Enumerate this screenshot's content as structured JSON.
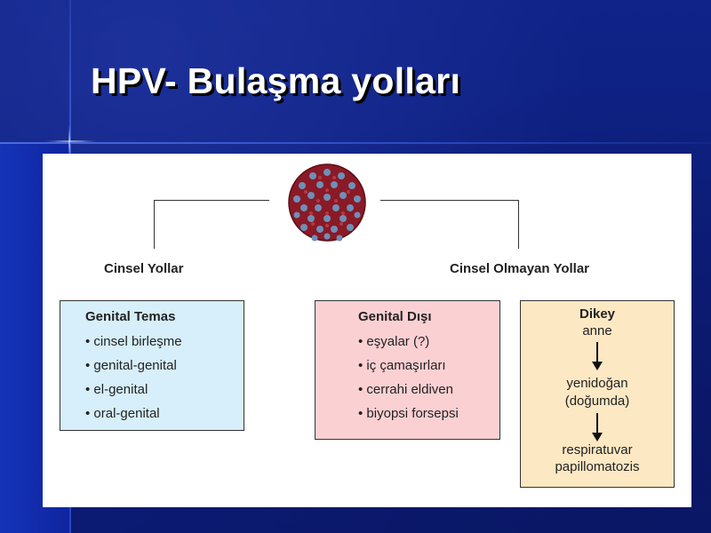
{
  "slide": {
    "title": "HPV- Bulaşma yolları"
  },
  "colors": {
    "background": "#0d1f7e",
    "genital_temas_box": "#d6effa",
    "genital_disi_box": "#fbd0d3",
    "dikey_box": "#fde8c4",
    "virus_red": "#9a1f2a",
    "virus_blue": "#6f8fb8"
  },
  "diagram": {
    "virus_icon": "hpv-virus-particle",
    "left_branch": {
      "heading": "Cinsel Yollar",
      "box": {
        "title": "Genital Temas",
        "items": [
          "cinsel birleşme",
          "genital-genital",
          "el-genital",
          "oral-genital"
        ]
      }
    },
    "right_branch": {
      "heading": "Cinsel Olmayan Yollar",
      "box_genital_disi": {
        "title": "Genital Dışı",
        "items": [
          "eşyalar (?)",
          "iç çamaşırları",
          "cerrahi eldiven",
          "biyopsi forsepsi"
        ]
      },
      "box_dikey": {
        "title": "Dikey",
        "line1": "anne",
        "line2": "yenidoğan",
        "line3": "(doğumda)",
        "line4": "respiratuvar",
        "line5": "papillomatozis"
      }
    }
  }
}
